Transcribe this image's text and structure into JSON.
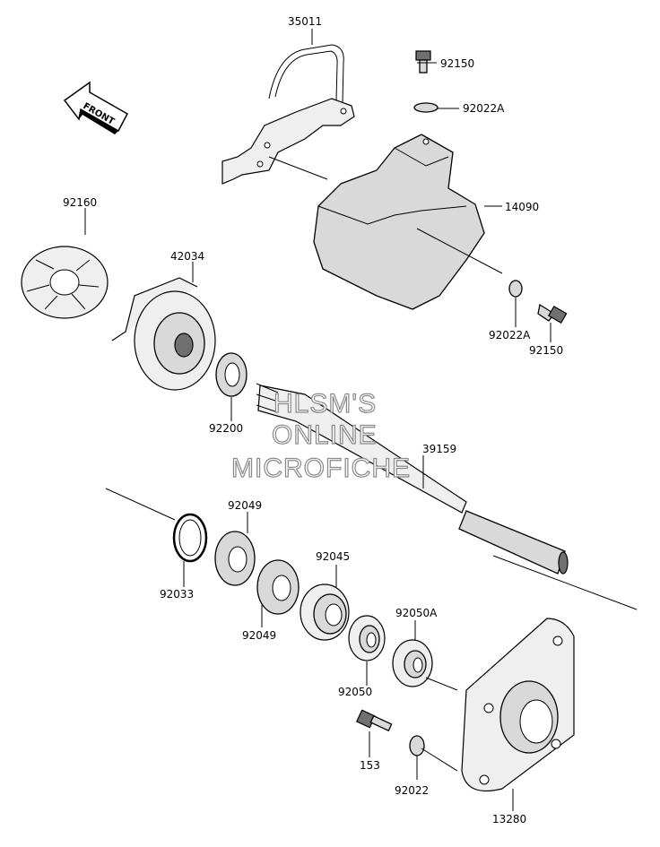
{
  "watermark": {
    "line1": "HLSM'S",
    "line2": "ONLINE",
    "line3": "MICROFICHE"
  },
  "front_label": "FRONT",
  "parts": [
    {
      "label": "35011",
      "icon": "bracket"
    },
    {
      "label": "92150",
      "icon": "bolt"
    },
    {
      "label": "92022A",
      "icon": "washer"
    },
    {
      "label": "14090",
      "icon": "cover"
    },
    {
      "label": "92022A",
      "icon": "washer"
    },
    {
      "label": "92150",
      "icon": "bolt"
    },
    {
      "label": "92160",
      "icon": "rubber-damper"
    },
    {
      "label": "42034",
      "icon": "coupling"
    },
    {
      "label": "92200",
      "icon": "washer"
    },
    {
      "label": "39159",
      "icon": "drive-shaft"
    },
    {
      "label": "92049",
      "icon": "oil-seal"
    },
    {
      "label": "92033",
      "icon": "circlip"
    },
    {
      "label": "92049",
      "icon": "oil-seal"
    },
    {
      "label": "92045",
      "icon": "bearing"
    },
    {
      "label": "92050A",
      "icon": "bearing"
    },
    {
      "label": "92050",
      "icon": "bearing"
    },
    {
      "label": "153",
      "icon": "bolt"
    },
    {
      "label": "92022",
      "icon": "washer"
    },
    {
      "label": "13280",
      "icon": "housing"
    }
  ]
}
